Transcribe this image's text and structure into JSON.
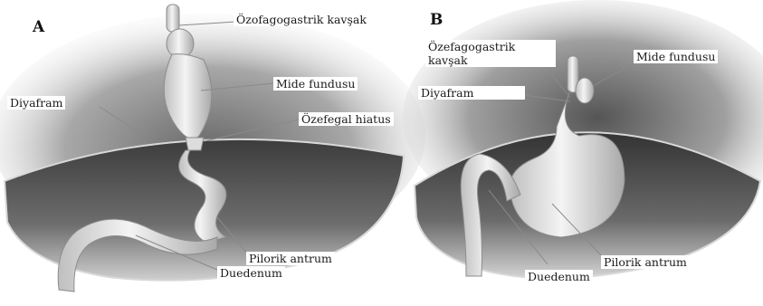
{
  "panel_a": {
    "letter": "A",
    "labels": {
      "ozofagogastrik": "Özofagogastrik kavşak",
      "mide_fundusu": "Mide fundusu",
      "diyafram": "Diyafram",
      "ozefegal_hiatus": "Özefegal hiatus",
      "pilorik_antrum": "Pilorik antrum",
      "duedenum": "Duedenum"
    }
  },
  "panel_b": {
    "letter": "B",
    "labels": {
      "ozefagogastrik": "Özefagogastrik kavşak",
      "mide_fundusu": "Mide fundusu",
      "diyafram": "Diyafram",
      "pilorik_antrum": "Pilorik antrum",
      "duedenum": "Duedenum"
    }
  },
  "colors": {
    "background": "#ffffff",
    "shadow": "#9a9a9a",
    "diaphragm": "#4a4a4a",
    "organ": "#e6e6e6",
    "leader_line": "#8a8a8a"
  }
}
